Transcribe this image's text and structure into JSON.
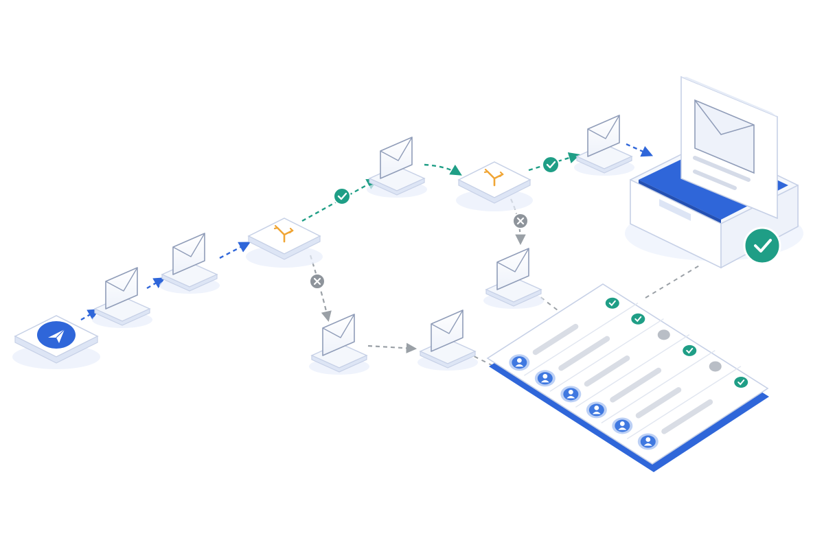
{
  "diagram": {
    "kind": "email-automation-workflow",
    "start_node": {
      "icon": "paper-plane-icon"
    },
    "branch_nodes": [
      {
        "icon": "split-arrow-icon"
      },
      {
        "icon": "split-arrow-icon"
      }
    ],
    "email_nodes": [
      {
        "icon": "envelope-icon"
      },
      {
        "icon": "envelope-icon"
      },
      {
        "icon": "envelope-icon"
      },
      {
        "icon": "envelope-icon"
      },
      {
        "icon": "envelope-icon"
      },
      {
        "icon": "envelope-icon"
      },
      {
        "icon": "envelope-icon"
      }
    ],
    "paths": {
      "yes_marker_icon": "check-icon",
      "no_marker_icon": "cross-icon"
    },
    "inbox": {
      "icon": "inbox-tray-icon",
      "status_icon": "check-icon"
    },
    "contact_list": {
      "rows": [
        {
          "avatar": "user-icon",
          "status": "sent"
        },
        {
          "avatar": "user-icon",
          "status": "sent"
        },
        {
          "avatar": "user-icon",
          "status": "pending"
        },
        {
          "avatar": "user-icon",
          "status": "sent"
        },
        {
          "avatar": "user-icon",
          "status": "pending"
        },
        {
          "avatar": "user-icon",
          "status": "sent"
        }
      ]
    }
  },
  "colors": {
    "primary_blue": "#2f66d9",
    "teal_success": "#1f9e86",
    "orange_branch": "#f0a535",
    "gray_skipped": "#9aa0a6",
    "node_fill": "#f4f7fc",
    "outline": "#c6d0e6"
  }
}
